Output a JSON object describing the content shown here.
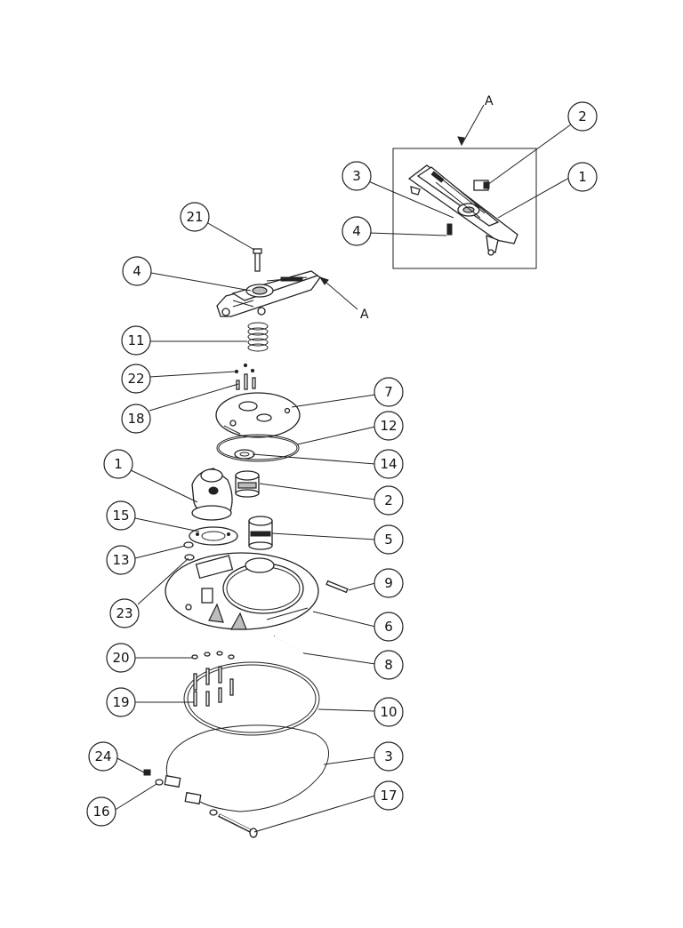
{
  "callouts": [
    {
      "label": "1"
    },
    {
      "label": "2"
    },
    {
      "label": "3"
    },
    {
      "label": "4"
    },
    {
      "label": "21"
    },
    {
      "label": "4"
    },
    {
      "label": "11"
    },
    {
      "label": "22"
    },
    {
      "label": "18"
    },
    {
      "label": "7"
    },
    {
      "label": "12"
    },
    {
      "label": "14"
    },
    {
      "label": "1"
    },
    {
      "label": "2"
    },
    {
      "label": "15"
    },
    {
      "label": "5"
    },
    {
      "label": "13"
    },
    {
      "label": "9"
    },
    {
      "label": "23"
    },
    {
      "label": "6"
    },
    {
      "label": "20"
    },
    {
      "label": "8"
    },
    {
      "label": "19"
    },
    {
      "label": "10"
    },
    {
      "label": "24"
    },
    {
      "label": "3"
    },
    {
      "label": "16"
    },
    {
      "label": "17"
    }
  ],
  "detail": {
    "view_label": "A",
    "section_label": "A"
  }
}
